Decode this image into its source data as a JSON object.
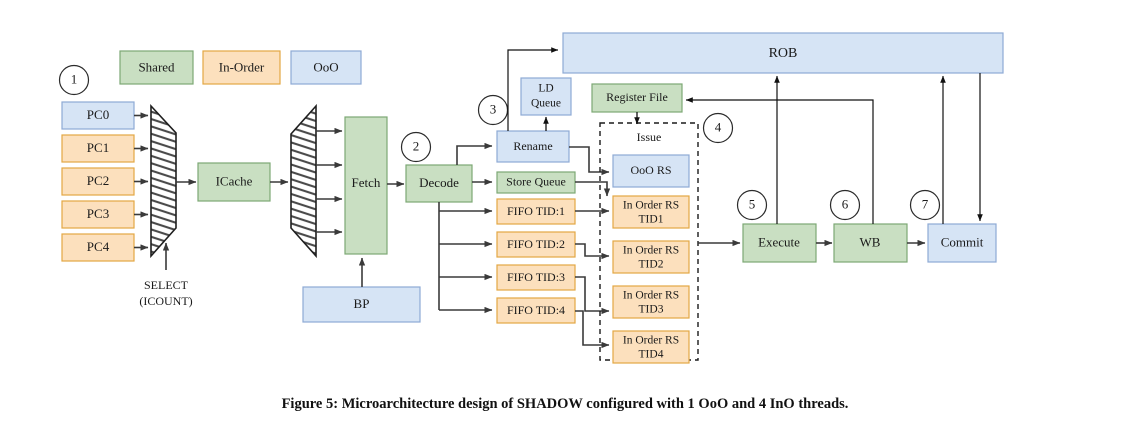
{
  "figure": {
    "caption": "Figure 5: Microarchitecture design of SHADOW configured with 1 OoO and 4 InO threads.",
    "colors": {
      "shared_fill": "#c9dfc2",
      "shared_stroke": "#7da874",
      "inorder_fill": "#fce0bd",
      "inorder_stroke": "#e3a744",
      "ooo_fill": "#d6e4f5",
      "ooo_stroke": "#8eaad4",
      "arrow": "#3a3a3a",
      "thin_arrow": "#111111",
      "text": "#1a1a1a"
    }
  },
  "legend": {
    "items": [
      {
        "label": "Shared",
        "kind": "shared"
      },
      {
        "label": "In-Order",
        "kind": "inorder"
      },
      {
        "label": "OoO",
        "kind": "ooo"
      }
    ]
  },
  "stage_numbers": [
    {
      "n": "1",
      "stage": "fetch-select"
    },
    {
      "n": "2",
      "stage": "decode"
    },
    {
      "n": "3",
      "stage": "rename"
    },
    {
      "n": "4",
      "stage": "issue"
    },
    {
      "n": "5",
      "stage": "execute"
    },
    {
      "n": "6",
      "stage": "writeback"
    },
    {
      "n": "7",
      "stage": "commit"
    }
  ],
  "pc_stack": [
    {
      "label": "PC0",
      "kind": "ooo"
    },
    {
      "label": "PC1",
      "kind": "inorder"
    },
    {
      "label": "PC2",
      "kind": "inorder"
    },
    {
      "label": "PC3",
      "kind": "inorder"
    },
    {
      "label": "PC4",
      "kind": "inorder"
    }
  ],
  "select_label": {
    "line1": "SELECT",
    "line2": "(ICOUNT)"
  },
  "blocks": {
    "icache": {
      "label": "ICache",
      "kind": "shared"
    },
    "fetch": {
      "label": "Fetch",
      "kind": "shared"
    },
    "bp": {
      "label": "BP",
      "kind": "ooo"
    },
    "decode": {
      "label": "Decode",
      "kind": "shared"
    },
    "rename": {
      "label": "Rename",
      "kind": "ooo"
    },
    "ld_queue": {
      "line1": "LD",
      "line2": "Queue",
      "kind": "ooo"
    },
    "store_queue": {
      "label": "Store Queue",
      "kind": "shared"
    },
    "register_file": {
      "label": "Register File",
      "kind": "shared"
    },
    "rob": {
      "label": "ROB",
      "kind": "ooo"
    },
    "execute": {
      "label": "Execute",
      "kind": "shared"
    },
    "wb": {
      "label": "WB",
      "kind": "shared"
    },
    "commit": {
      "label": "Commit",
      "kind": "ooo"
    }
  },
  "fifos": [
    {
      "label": "FIFO TID:1",
      "kind": "inorder"
    },
    {
      "label": "FIFO TID:2",
      "kind": "inorder"
    },
    {
      "label": "FIFO TID:3",
      "kind": "inorder"
    },
    {
      "label": "FIFO TID:4",
      "kind": "inorder"
    }
  ],
  "issue": {
    "title": "Issue",
    "ooo_rs": {
      "label": "OoO RS",
      "kind": "ooo"
    },
    "inorder_rs": [
      {
        "line1": "In Order RS",
        "line2": "TID1",
        "kind": "inorder"
      },
      {
        "line1": "In Order RS",
        "line2": "TID2",
        "kind": "inorder"
      },
      {
        "line1": "In Order RS",
        "line2": "TID3",
        "kind": "inorder"
      },
      {
        "line1": "In Order RS",
        "line2": "TID4",
        "kind": "inorder"
      }
    ]
  }
}
